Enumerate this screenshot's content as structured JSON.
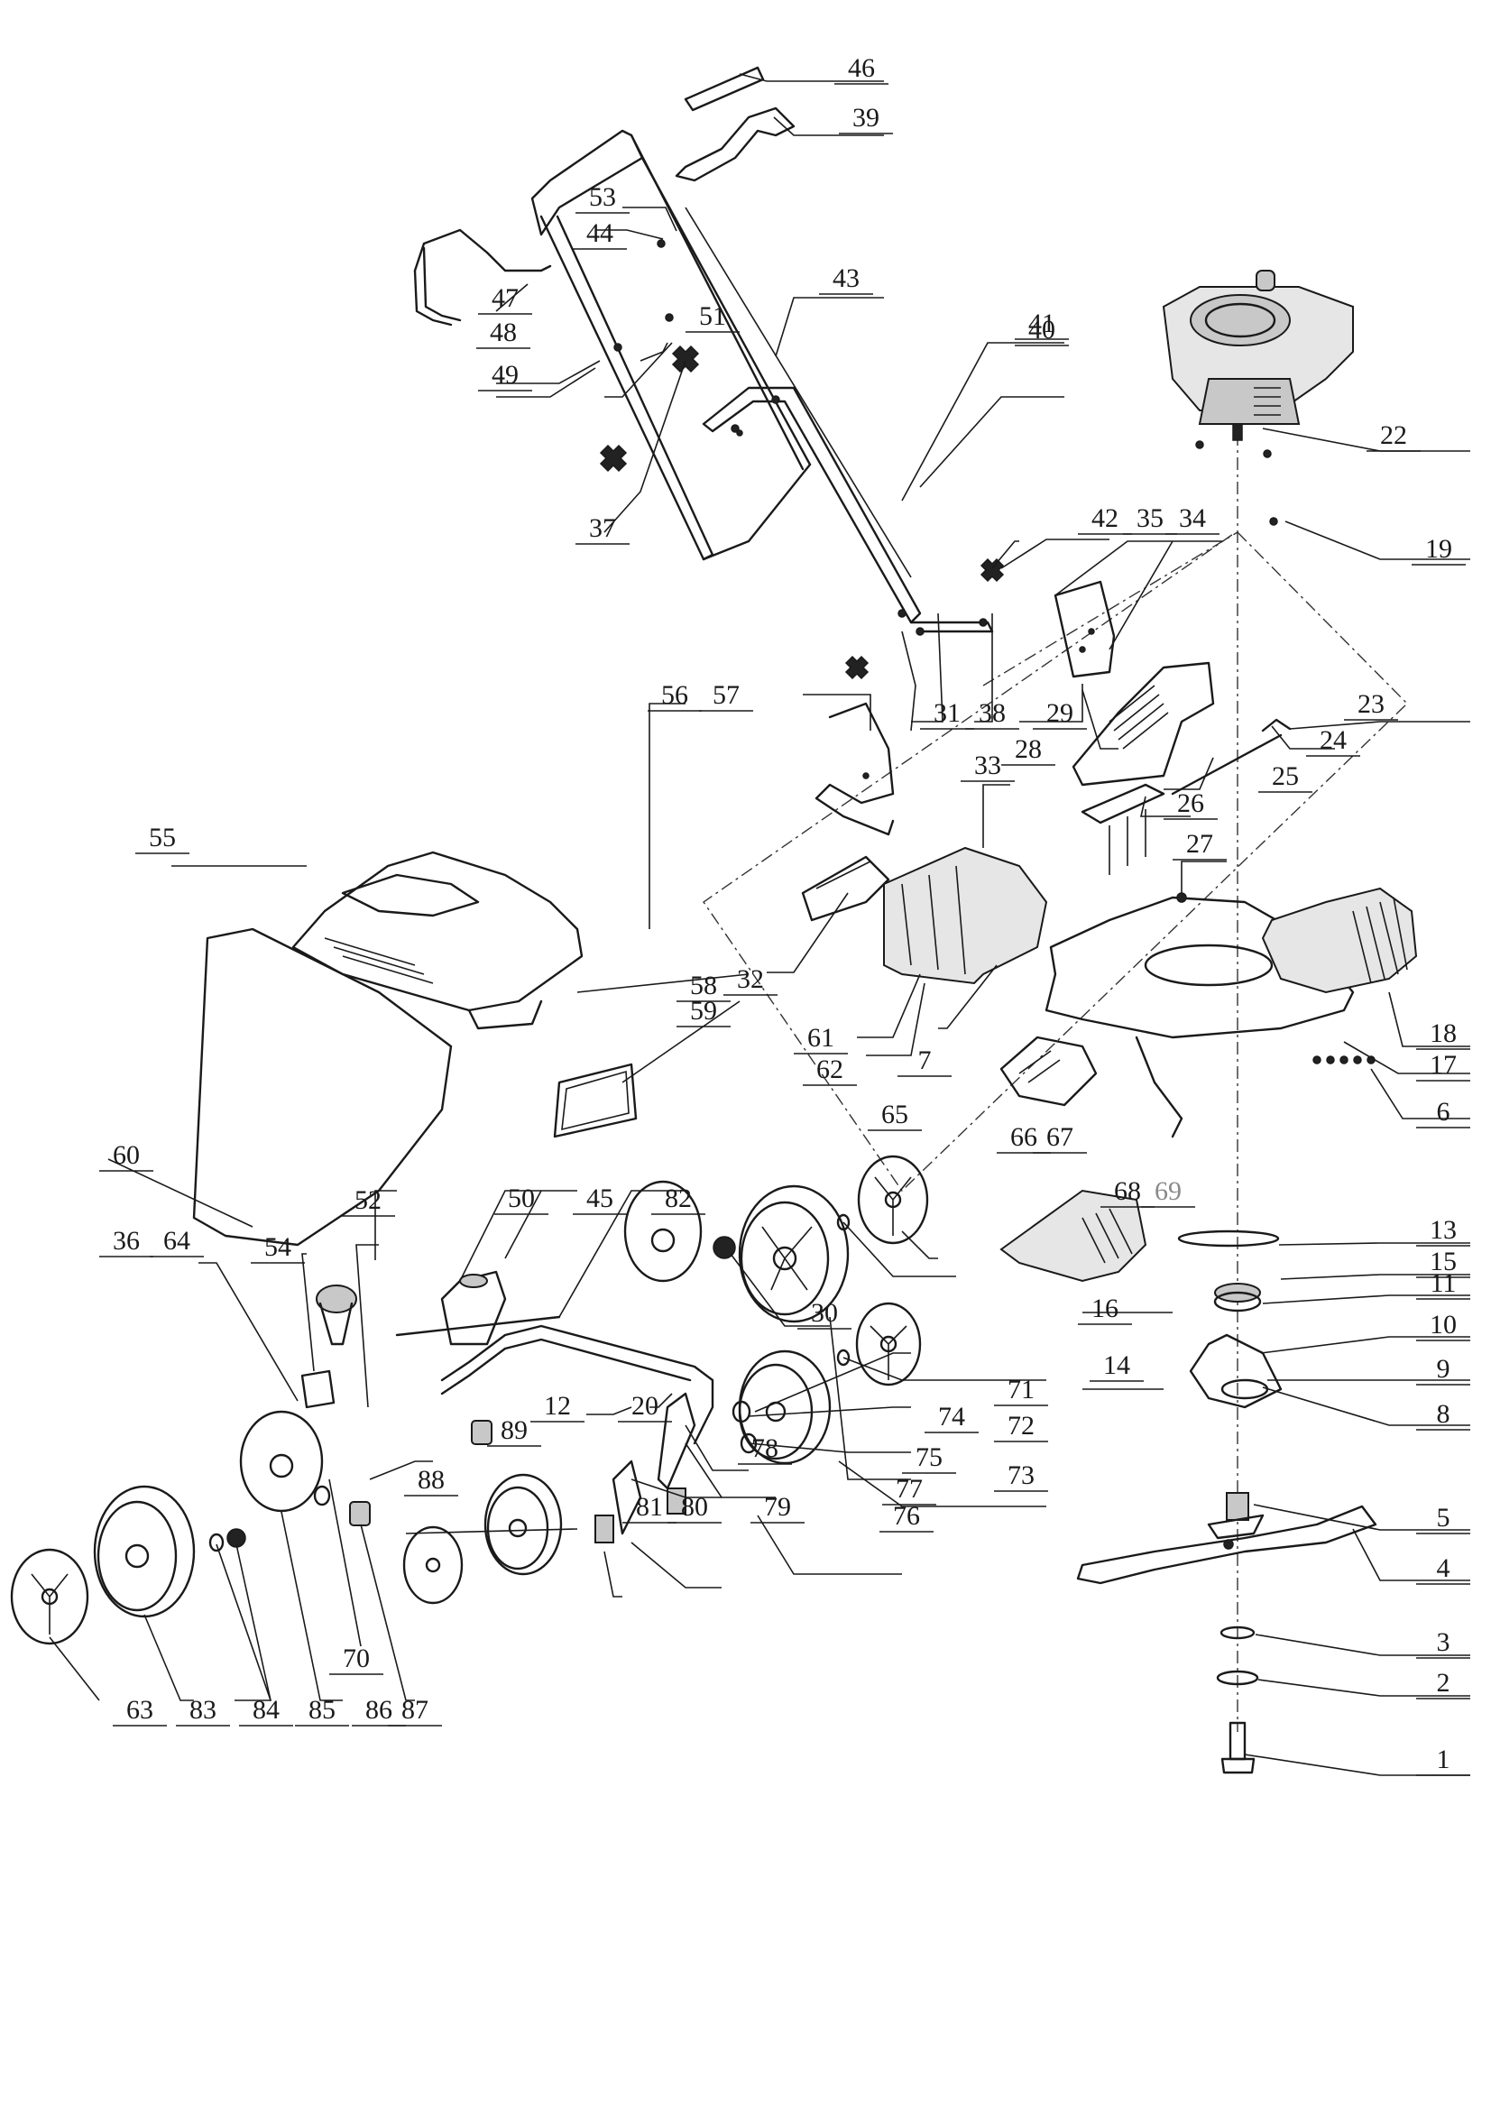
{
  "callouts": [
    {
      "id": "1",
      "text": "1"
    },
    {
      "id": "2",
      "text": "2"
    },
    {
      "id": "3",
      "text": "3"
    },
    {
      "id": "4",
      "text": "4"
    },
    {
      "id": "5",
      "text": "5"
    },
    {
      "id": "6",
      "text": "6"
    },
    {
      "id": "7",
      "text": "7"
    },
    {
      "id": "8",
      "text": "8"
    },
    {
      "id": "9",
      "text": "9"
    },
    {
      "id": "10",
      "text": "10"
    },
    {
      "id": "11",
      "text": "11"
    },
    {
      "id": "12",
      "text": "12"
    },
    {
      "id": "13",
      "text": "13"
    },
    {
      "id": "14",
      "text": "14"
    },
    {
      "id": "15",
      "text": "15"
    },
    {
      "id": "16",
      "text": "16"
    },
    {
      "id": "17",
      "text": "17"
    },
    {
      "id": "18",
      "text": "18"
    },
    {
      "id": "19",
      "text": "19"
    },
    {
      "id": "20",
      "text": "20"
    },
    {
      "id": "22",
      "text": "22"
    },
    {
      "id": "23",
      "text": "23"
    },
    {
      "id": "24",
      "text": "24"
    },
    {
      "id": "25",
      "text": "25"
    },
    {
      "id": "26",
      "text": "26"
    },
    {
      "id": "27",
      "text": "27"
    },
    {
      "id": "28",
      "text": "28"
    },
    {
      "id": "29",
      "text": "29"
    },
    {
      "id": "30",
      "text": "30"
    },
    {
      "id": "31",
      "text": "31"
    },
    {
      "id": "32",
      "text": "32"
    },
    {
      "id": "33",
      "text": "33"
    },
    {
      "id": "34",
      "text": "34"
    },
    {
      "id": "35",
      "text": "35"
    },
    {
      "id": "36",
      "text": "36"
    },
    {
      "id": "37",
      "text": "37"
    },
    {
      "id": "38",
      "text": "38"
    },
    {
      "id": "39",
      "text": "39"
    },
    {
      "id": "40",
      "text": "40"
    },
    {
      "id": "41",
      "text": "41"
    },
    {
      "id": "42",
      "text": "42"
    },
    {
      "id": "43",
      "text": "43"
    },
    {
      "id": "44",
      "text": "44"
    },
    {
      "id": "45",
      "text": "45"
    },
    {
      "id": "46",
      "text": "46"
    },
    {
      "id": "47",
      "text": "47"
    },
    {
      "id": "48",
      "text": "48"
    },
    {
      "id": "49",
      "text": "49"
    },
    {
      "id": "50",
      "text": "50"
    },
    {
      "id": "51",
      "text": "51"
    },
    {
      "id": "52",
      "text": "52"
    },
    {
      "id": "53",
      "text": "53"
    },
    {
      "id": "54",
      "text": "54"
    },
    {
      "id": "55",
      "text": "55"
    },
    {
      "id": "56",
      "text": "56"
    },
    {
      "id": "57",
      "text": "57"
    },
    {
      "id": "58",
      "text": "58"
    },
    {
      "id": "59",
      "text": "59"
    },
    {
      "id": "60",
      "text": "60"
    },
    {
      "id": "61",
      "text": "61"
    },
    {
      "id": "62",
      "text": "62"
    },
    {
      "id": "63",
      "text": "63"
    },
    {
      "id": "64",
      "text": "64"
    },
    {
      "id": "65",
      "text": "65"
    },
    {
      "id": "66",
      "text": "66"
    },
    {
      "id": "67",
      "text": "67"
    },
    {
      "id": "68",
      "text": "68"
    },
    {
      "id": "69",
      "text": "69",
      "muted": true
    },
    {
      "id": "70",
      "text": "70"
    },
    {
      "id": "71",
      "text": "71"
    },
    {
      "id": "72",
      "text": "72"
    },
    {
      "id": "73",
      "text": "73"
    },
    {
      "id": "74",
      "text": "74"
    },
    {
      "id": "75",
      "text": "75"
    },
    {
      "id": "76",
      "text": "76"
    },
    {
      "id": "77",
      "text": "77"
    },
    {
      "id": "78",
      "text": "78"
    },
    {
      "id": "79",
      "text": "79"
    },
    {
      "id": "80",
      "text": "80"
    },
    {
      "id": "81",
      "text": "81"
    },
    {
      "id": "82",
      "text": "82"
    },
    {
      "id": "83",
      "text": "83"
    },
    {
      "id": "84",
      "text": "84"
    },
    {
      "id": "85",
      "text": "85"
    },
    {
      "id": "86",
      "text": "86"
    },
    {
      "id": "87",
      "text": "87"
    },
    {
      "id": "88",
      "text": "88"
    },
    {
      "id": "89",
      "text": "89"
    }
  ],
  "colors": {
    "ink": "#1a1a1a",
    "muted": "#8a8a8a",
    "paper": "#ffffff"
  }
}
